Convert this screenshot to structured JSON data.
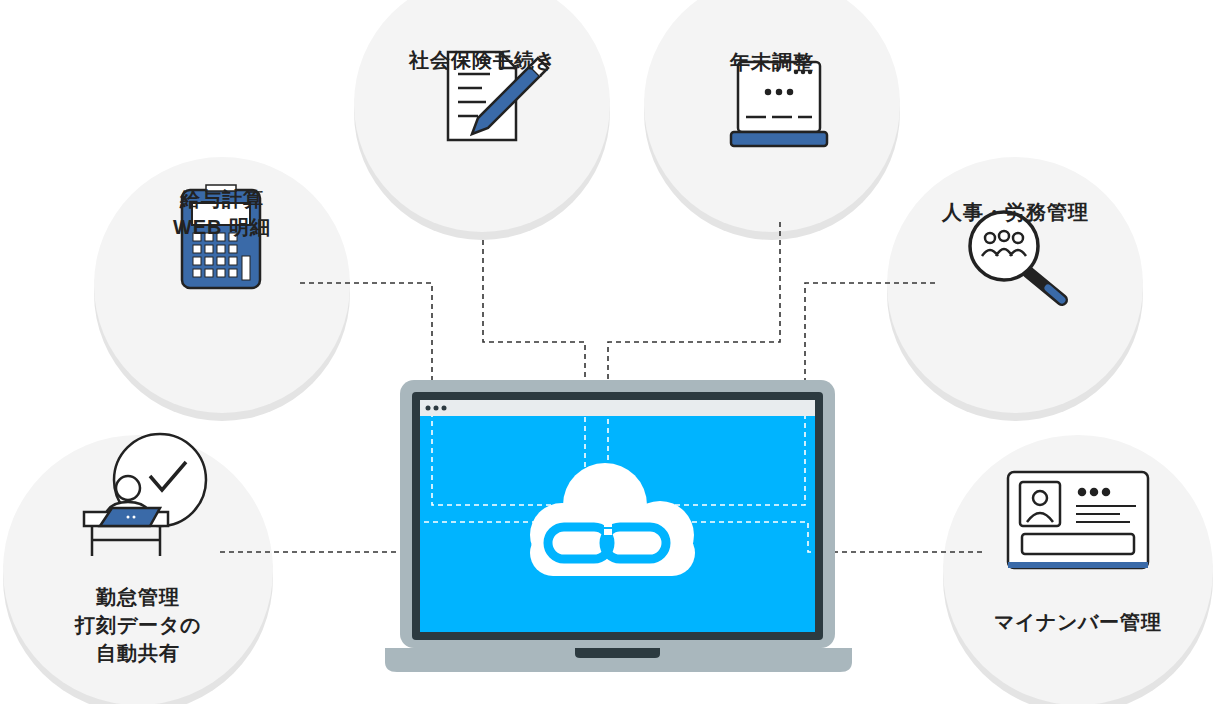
{
  "diagram": {
    "nodes": [
      {
        "text": [
          "社会保険手続き"
        ]
      },
      {
        "text": [
          "年末調整"
        ]
      },
      {
        "text": [
          "給与計算 WEB 明細"
        ]
      },
      {
        "text": [
          "人事・労務管理"
        ]
      },
      {
        "text": [
          "勤怠管理 打刻データの 自動共有"
        ]
      },
      {
        "text": [
          "マイナンバー管理"
        ]
      }
    ]
  }
}
